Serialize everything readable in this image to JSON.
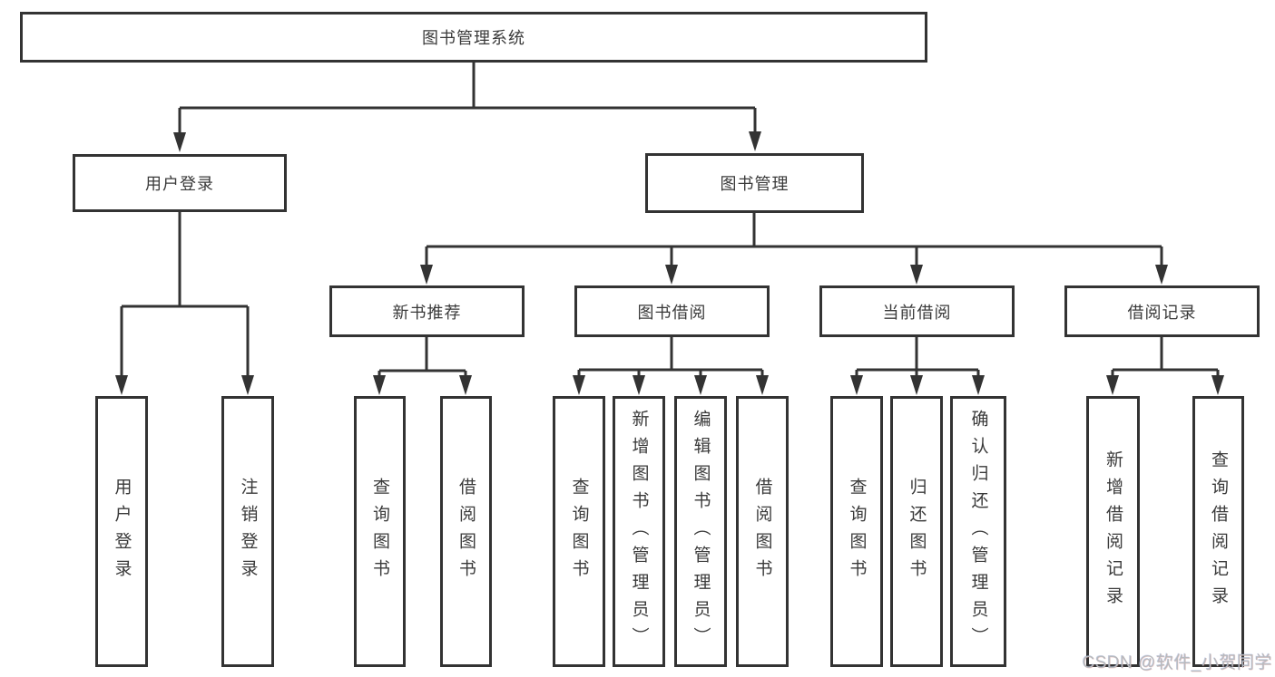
{
  "diagram_type": "hierarchy-tree",
  "colors": {
    "line": "#333333",
    "box_border": "#333333",
    "box_fill": "#ffffff",
    "text": "#3a3a3a",
    "background": "#ffffff",
    "watermark_color": "#b7babd"
  },
  "tree": {
    "label": "图书管理系统",
    "children": [
      {
        "label": "用户登录",
        "children": [
          {
            "label": "用户登录"
          },
          {
            "label": "注销登录"
          }
        ]
      },
      {
        "label": "图书管理",
        "children": [
          {
            "label": "新书推荐",
            "children": [
              {
                "label": "查询图书"
              },
              {
                "label": "借阅图书"
              }
            ]
          },
          {
            "label": "图书借阅",
            "children": [
              {
                "label": "查询图书"
              },
              {
                "label": "新增图书（管理员）"
              },
              {
                "label": "编辑图书（管理员）"
              },
              {
                "label": "借阅图书"
              }
            ]
          },
          {
            "label": "当前借阅",
            "children": [
              {
                "label": "查询图书"
              },
              {
                "label": "归还图书"
              },
              {
                "label": "确认归还（管理员）"
              }
            ]
          },
          {
            "label": "借阅记录",
            "children": [
              {
                "label": "新增借阅记录"
              },
              {
                "label": "查询借阅记录"
              }
            ]
          }
        ]
      }
    ]
  },
  "watermark": {
    "text": "CSDN @软件_小贺同学"
  }
}
